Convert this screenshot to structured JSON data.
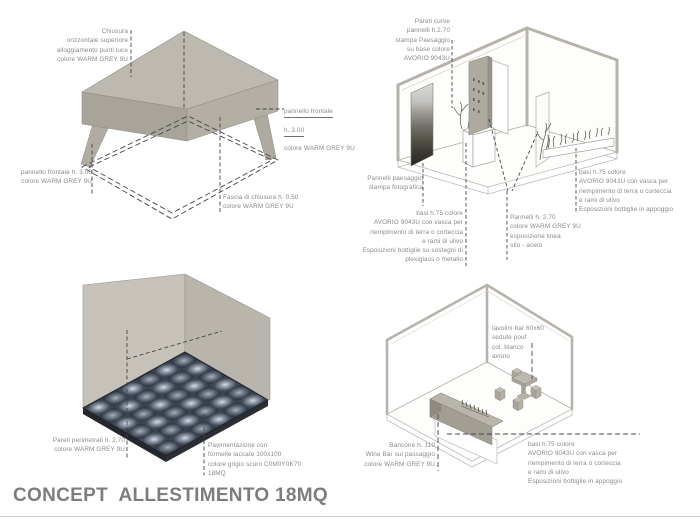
{
  "page": {
    "title": "CONCEPT  ALLESTIMENTO 18MQ"
  },
  "colors": {
    "warm_grey": "#bcb8af",
    "warm_grey_dark": "#a8a49a",
    "beam_grey": "#b7b3aa",
    "avorio": "#ece8df",
    "floor_tile_dark": "#3e4654",
    "plinth_dark": "#272a31",
    "annotation_text": "#8a8a8a",
    "title_text": "#7d7d7d"
  },
  "figures": {
    "canopy": {
      "labels": {
        "top_cover": "Chiusura\norizzontale superiore\nalloggiamento punti luce\ncolore  WARM GREY 9U",
        "front_panel_right_line1": "pannello frontale",
        "front_panel_right_line2": "h. 3.00",
        "front_panel_right_line3": "colore  WARM GREY 9U",
        "front_panel_left": "pannello frontale h. 3.00\ncolore  WARM GREY 9U",
        "closing_band": "Fascia di chiusura h. 0.50\ncolore  WARM GREY 9U"
      }
    },
    "displays_room": {
      "labels": {
        "curved_walls": "Pareti curve\npannelli h.2.70\nstampa Paesaggio\nsu base colore\nAVORIO 9043U",
        "landscape_panels": "Pannelli paesaggio\nstampa fotografica",
        "bases_plexiglass": "basi h.75 colore\nAVORIO 9043U con vasca per\nriempimento di terra o corteccia\ne rami di ulivo\nEsposizioni bottiglie su sostegni di\nplexiglass o metallo",
        "oil_vinegar_panels": "Pannelli h. 2.70\ncolore  WARM GREY 9U\nesposizione linea\nolio - aceto",
        "bases_leaning": "basi h.75 colore\nAVORIO 9043U con vasca per\nriempimento di terra o corteccia\ne rami di ulivo\nEsposizioni bottiglie in appoggio"
      }
    },
    "floor_room": {
      "labels": {
        "perimeter_walls": "Pareti perimetrali h. 2,70\ncolore  WARM GREY 9U",
        "flooring": "Pavimentazione con\nformelle laccate 100x100\ncolore grigio scuro C0M0Y0K70\n18MQ"
      }
    },
    "bar_room": {
      "labels": {
        "bar_tables": "tavolini bar 60x60\nsedute pouf\ncol. bianco\navorio",
        "counter": "Bancone h. 110\nWine Bar sul passaggio\ncolore  WARM GREY 9U",
        "bases_leaning": "basi h.75 colore\nAVORIO 9043U con vasca per\nriempimento di terra o corteccia\ne rami di ulivo\nEsposizioni bottiglie in appoggio"
      }
    }
  }
}
